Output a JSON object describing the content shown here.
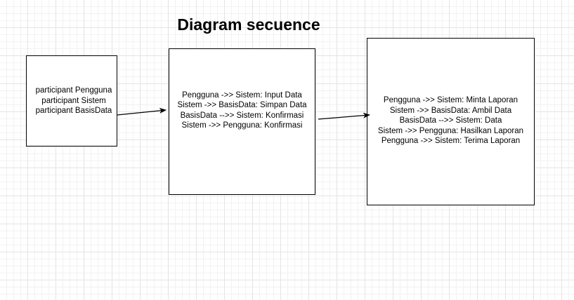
{
  "diagram": {
    "title": "Diagram secuence",
    "boxes": [
      {
        "id": "participants",
        "lines": [
          "participant Pengguna",
          "participant Sistem",
          "participant BasisData"
        ]
      },
      {
        "id": "input-flow",
        "lines": [
          "Pengguna ->> Sistem: Input Data",
          "Sistem ->> BasisData: Simpan Data",
          "BasisData -->> Sistem: Konfirmasi",
          "Sistem ->> Pengguna: Konfirmasi"
        ]
      },
      {
        "id": "report-flow",
        "lines": [
          "Pengguna ->> Sistem: Minta Laporan",
          "Sistem ->> BasisData: Ambil Data",
          "BasisData -->> Sistem: Data",
          "Sistem ->> Pengguna: Hasilkan Laporan",
          "Pengguna ->> Sistem: Terima Laporan"
        ]
      }
    ],
    "colors": {
      "stroke": "#000000",
      "box_fill": "#ffffff",
      "grid": "#e4e4e4"
    }
  }
}
